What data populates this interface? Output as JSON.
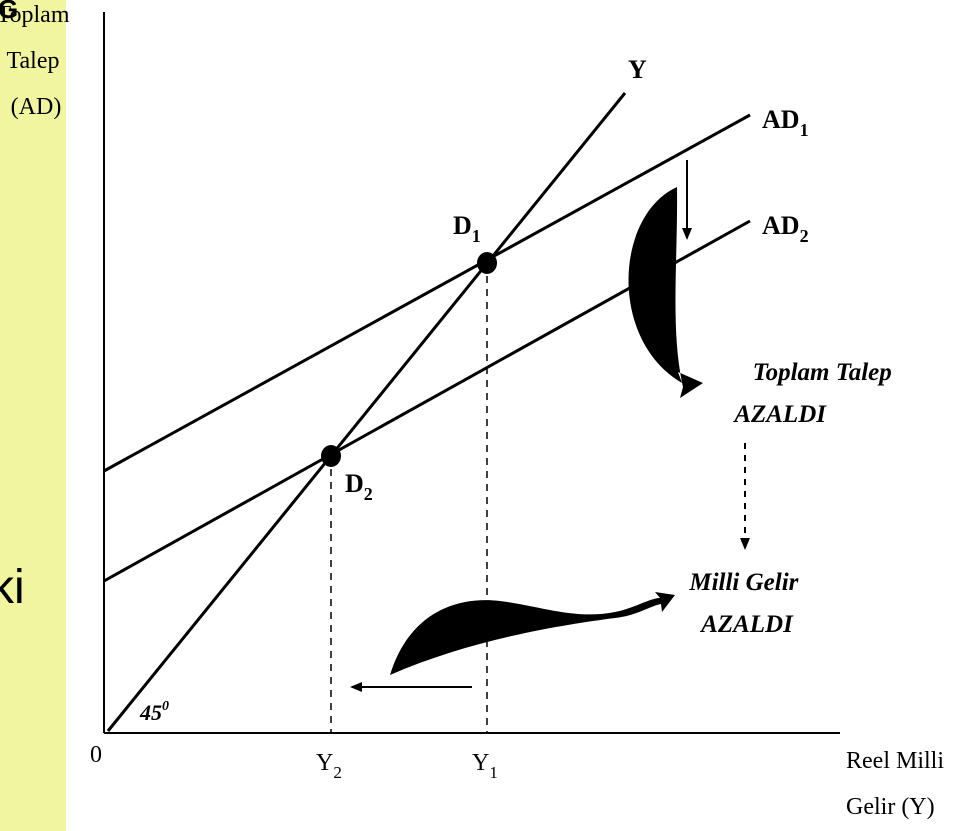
{
  "slide_fragments": {
    "top": "G",
    "side": "ki"
  },
  "axes": {
    "y_label_lines": [
      "Toplam",
      "Talep",
      "(AD)"
    ],
    "x_label_lines": [
      "Reel Milli",
      "Gelir (Y)"
    ],
    "origin": "0",
    "angle": {
      "base": "45",
      "sup": "0"
    }
  },
  "lines": {
    "y_line": "Y",
    "ad1": {
      "base": "AD",
      "sub": "1"
    },
    "ad2": {
      "base": "AD",
      "sub": "2"
    }
  },
  "points": {
    "d1": {
      "base": "D",
      "sub": "1"
    },
    "d2": {
      "base": "D",
      "sub": "2"
    }
  },
  "ticks": {
    "y2": {
      "base": "Y",
      "sub": "2"
    },
    "y1": {
      "base": "Y",
      "sub": "1"
    }
  },
  "annotations": {
    "demand_line1": "Toplam Talep",
    "demand_line2": "AZALDI",
    "income_line1": "Milli Gelir",
    "income_line2": "AZALDI"
  },
  "colors": {
    "strip": "#f2f5a0",
    "ink": "#000000"
  }
}
